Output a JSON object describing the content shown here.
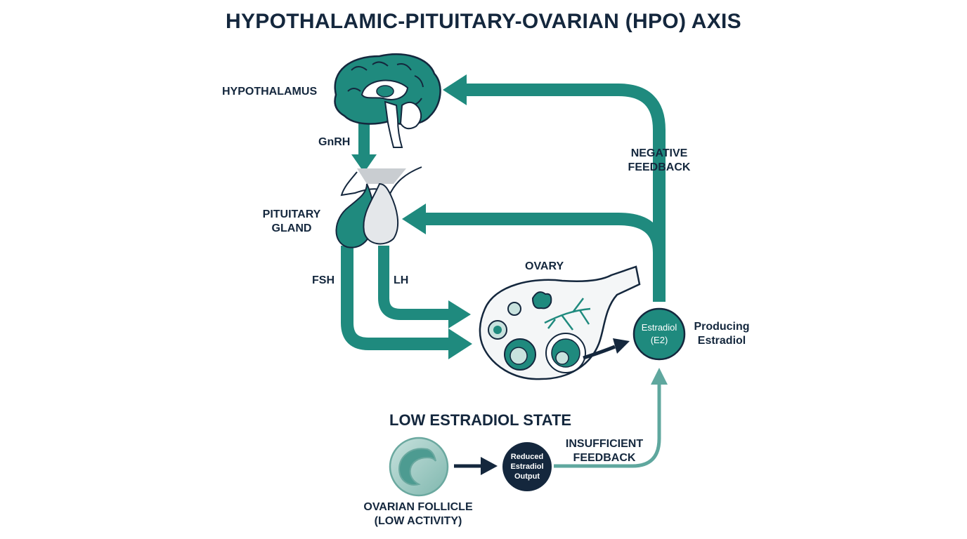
{
  "title": "HYPOTHALAMIC-PITUITARY-OVARIAN (HPO) AXIS",
  "labels": {
    "hypothalamus": "HYPOTHALAMUS",
    "gnrh": "GnRH",
    "pituitary_line1": "PITUITARY",
    "pituitary_line2": "GLAND",
    "fsh": "FSH",
    "lh": "LH",
    "ovary": "OVARY",
    "negative_feedback_line1": "NEGATIVE",
    "negative_feedback_line2": "FEEDBACK",
    "estradiol_line1": "Estradiol",
    "estradiol_line2": "(E2)",
    "producing_line1": "Producing",
    "producing_line2": "Estradiol",
    "low_state": "LOW ESTRADIOL STATE",
    "reduced_line1": "Reduced",
    "reduced_line2": "Estradiol",
    "reduced_line3": "Output",
    "insufficient_line1": "INSUFFICIENT",
    "insufficient_line2": "FEEDBACK",
    "follicle_line1": "OVARIAN FOLLICLE",
    "follicle_line2": "(LOW ACTIVITY)"
  },
  "colors": {
    "teal": "#1f8a7e",
    "navy": "#14273d",
    "light_teal": "#5fa79e",
    "gray": "#d9dde0"
  }
}
